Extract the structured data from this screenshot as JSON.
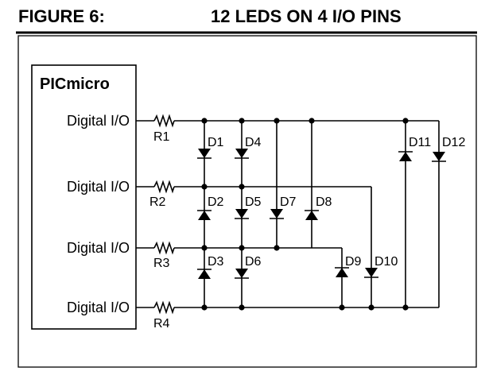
{
  "figure": {
    "number": "FIGURE 6:",
    "caption": "12 LEDS ON 4 I/O PINS"
  },
  "chip": {
    "name": "PICmicro",
    "pins": [
      "Digital I/O",
      "Digital I/O",
      "Digital I/O",
      "Digital I/O"
    ]
  },
  "resistors": [
    "R1",
    "R2",
    "R3",
    "R4"
  ],
  "leds": [
    "D1",
    "D2",
    "D3",
    "D4",
    "D5",
    "D6",
    "D7",
    "D8",
    "D9",
    "D10",
    "D11",
    "D12"
  ]
}
